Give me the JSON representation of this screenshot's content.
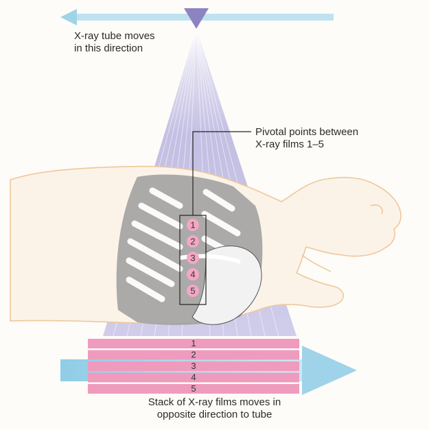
{
  "labels": {
    "tube_line1": "X-ray tube moves",
    "tube_line2": "in this direction",
    "pivot_line1": "Pivotal points between",
    "pivot_line2": "X-ray films 1–5",
    "stack_line1": "Stack of X-ray films moves in",
    "stack_line2": "opposite direction to tube"
  },
  "pivot_points": [
    "1",
    "2",
    "3",
    "4",
    "5"
  ],
  "films": [
    "1",
    "2",
    "3",
    "4",
    "5"
  ],
  "colors": {
    "beam": "#8f88c8",
    "beam_light": "#d9d6f0",
    "arrow": "#a9d8ec",
    "film": "#ef9bbd",
    "pivot": "#f4a6c6",
    "body_outline": "#efc79a",
    "tube": "#8c84c0"
  }
}
